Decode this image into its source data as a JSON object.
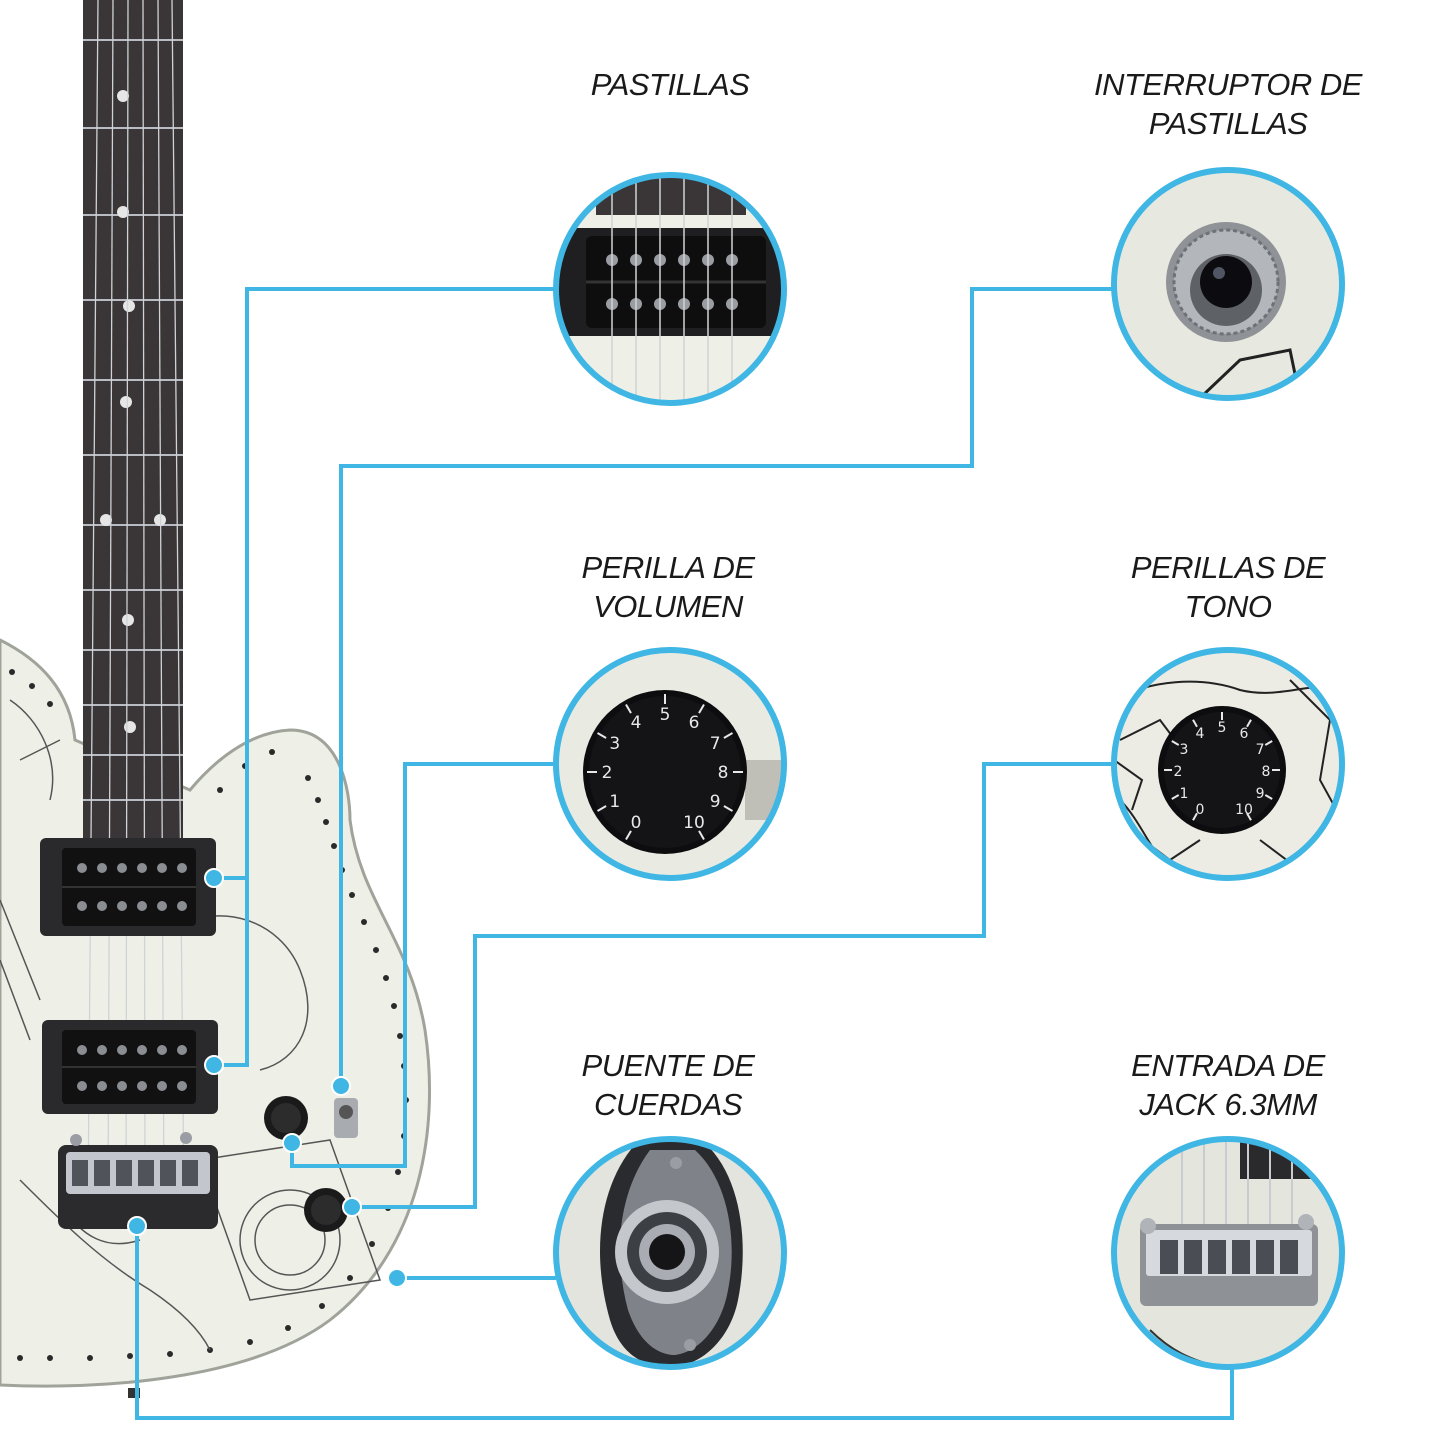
{
  "labels": {
    "pickups": [
      "PASTILLAS"
    ],
    "pickup_switch": [
      "INTERRUPTOR DE",
      "PASTILLAS"
    ],
    "volume_knob": [
      "PERILLA DE",
      "VOLUMEN"
    ],
    "tone_knobs": [
      "PERILLAS DE",
      "TONO"
    ],
    "string_bridge": [
      "PUENTE DE",
      "CUERDAS"
    ],
    "jack_input": [
      "ENTRADA DE",
      "JACK 6.3MM"
    ]
  },
  "knob_numbers": [
    "0",
    "1",
    "2",
    "3",
    "4",
    "5",
    "6",
    "7",
    "8",
    "9",
    "10"
  ],
  "colors": {
    "callout_line": "#3fb6e3",
    "guitar_body": "#eef0e8",
    "fretboard": "#3a3536",
    "hardware": "#1d1d1f",
    "chrome": "#b9bcc2"
  }
}
